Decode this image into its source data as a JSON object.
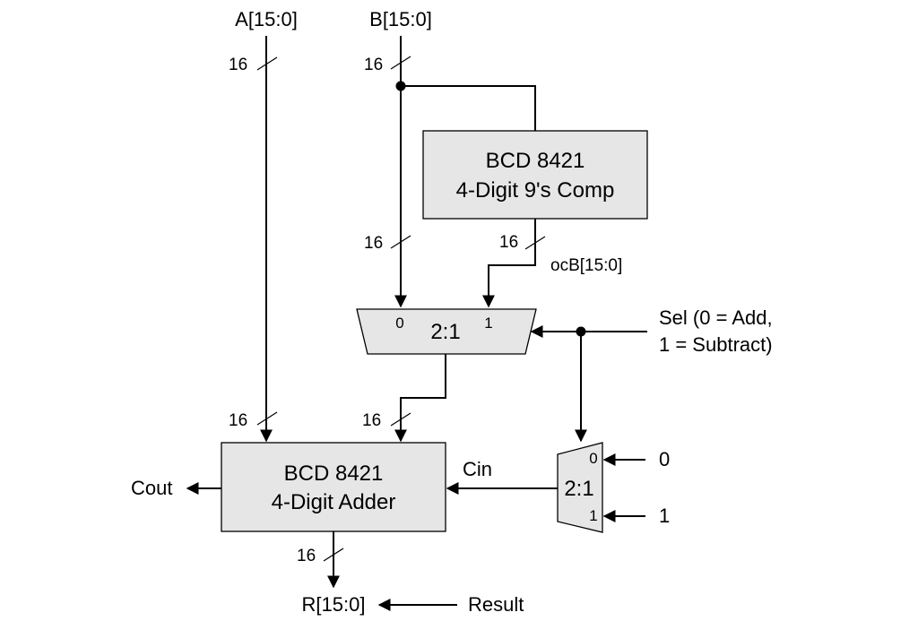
{
  "inputs": {
    "a": "A[15:0]",
    "b": "B[15:0]"
  },
  "bus_width": "16",
  "complement_block": {
    "line1": "BCD 8421",
    "line2": "4-Digit 9's Comp",
    "output": "ocB[15:0]"
  },
  "mux_b": {
    "label": "2:1",
    "in0": "0",
    "in1": "1"
  },
  "select": {
    "line1": "Sel (0 = Add,",
    "line2": "1 = Subtract)"
  },
  "adder_block": {
    "line1": "BCD 8421",
    "line2": "4-Digit Adder",
    "cin": "Cin",
    "cout": "Cout"
  },
  "mux_c": {
    "label": "2:1",
    "in0": "0",
    "in1": "1",
    "const0": "0",
    "const1": "1"
  },
  "output": {
    "bus": "R[15:0]",
    "label": "Result"
  }
}
